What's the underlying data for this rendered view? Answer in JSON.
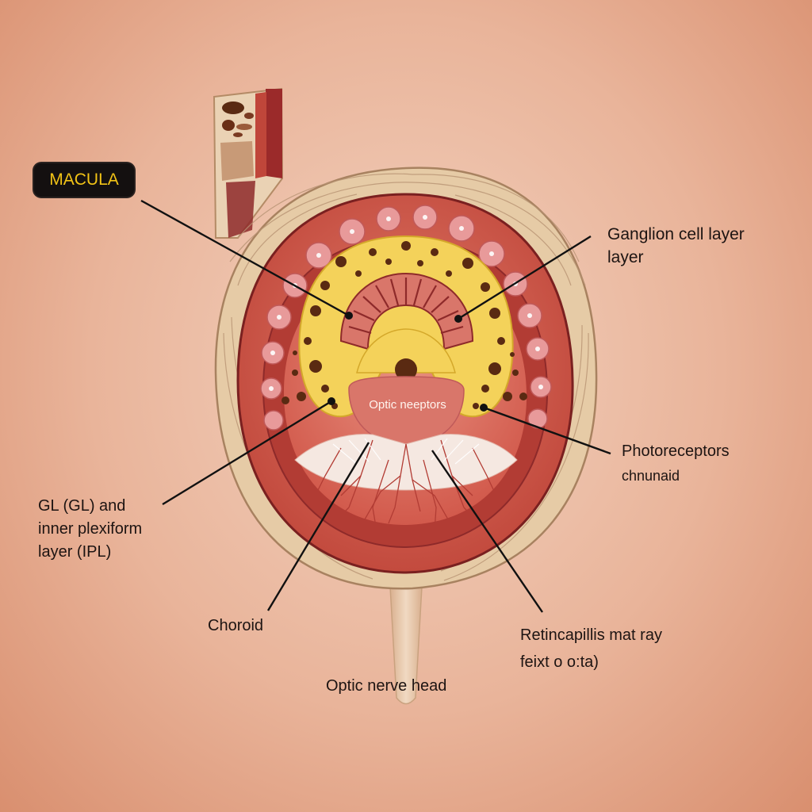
{
  "labels": {
    "macula": "MACULA",
    "ganglion_line1": "Ganglion cell layer",
    "ganglion_line2": "layer",
    "inner_center": "Optic neeptors",
    "photoreceptors_line1": "Photoreceptors",
    "photoreceptors_line2": "chnunaid",
    "gcl_line1": "GL  (GL) and",
    "gcl_line2": "inner plexiform",
    "gcl_line3": "layer (IPL)",
    "choroid": "Choroid",
    "retin_line1": "Retincapillis mat ray",
    "retin_line2": "feixt o o:ta)",
    "optic_nerve_head": "Optic nerve head"
  },
  "colors": {
    "background_center": "#f3d2bf",
    "background_edge": "#d98f6f",
    "tissue_outer": "#dfc19a",
    "choroid_red": "#c44a3e",
    "dark_red": "#8e2a2a",
    "yellow_layer": "#f4d25a",
    "photoreceptor_pink": "#d9766a",
    "dot_brown": "#5a2a12",
    "tag_background": "#141010",
    "tag_text": "#f2c316"
  }
}
